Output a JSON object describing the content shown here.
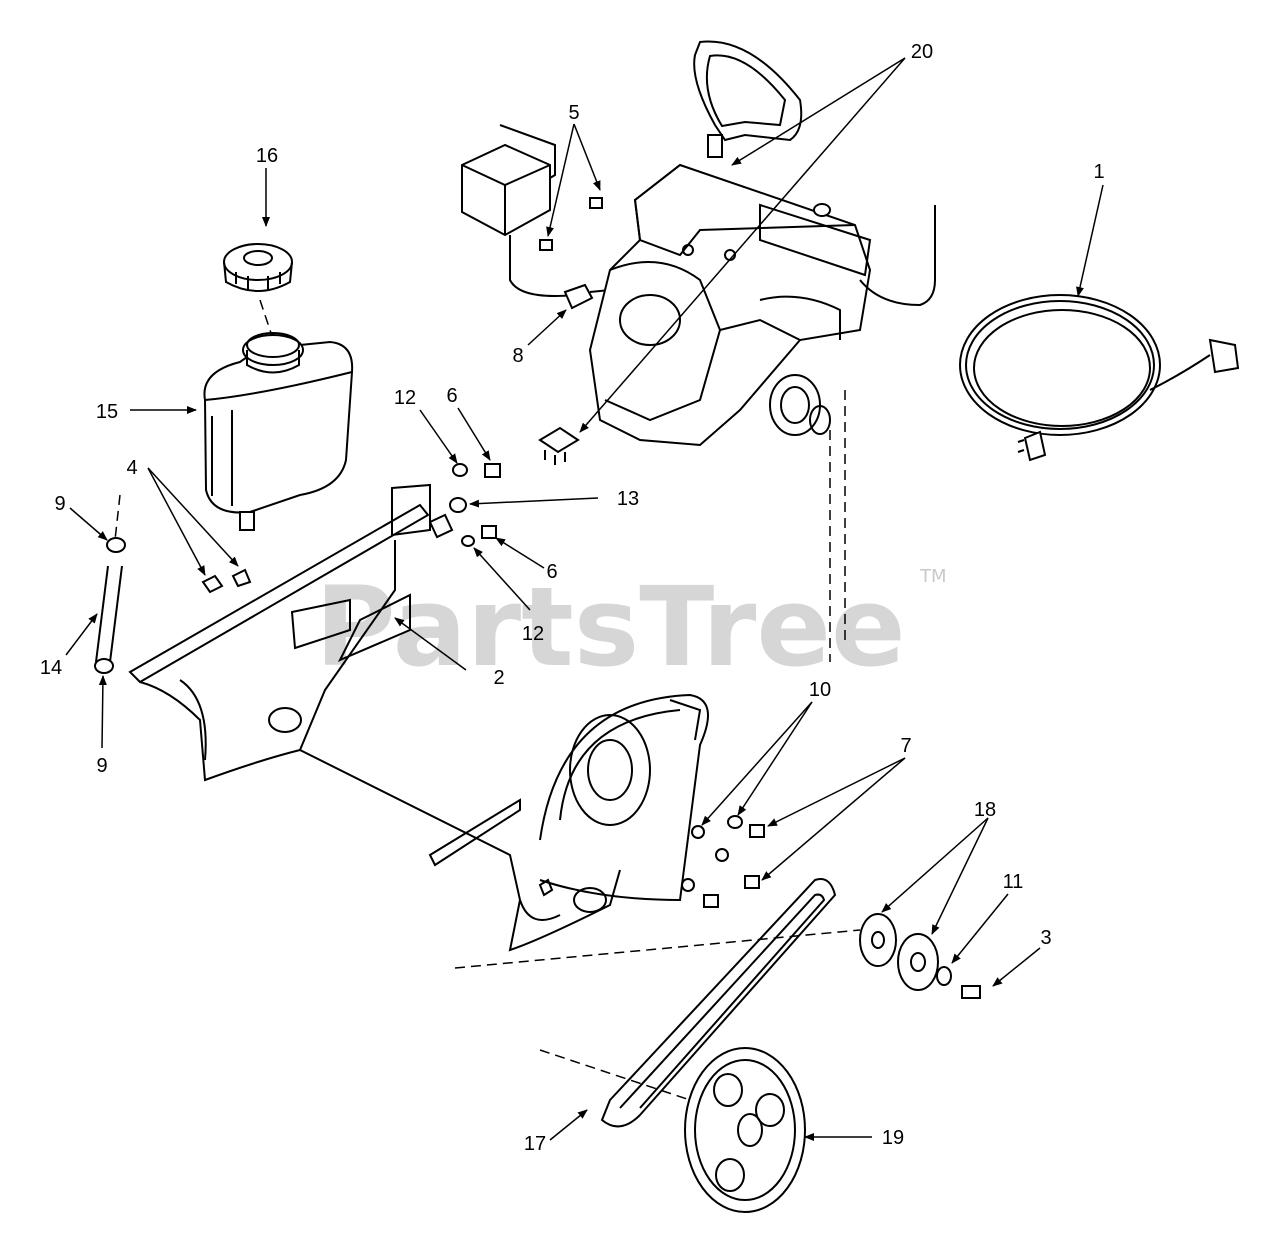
{
  "watermark": {
    "text": "PartsTree",
    "trademark": "TM"
  },
  "callouts": [
    {
      "id": "1",
      "label": "1"
    },
    {
      "id": "2",
      "label": "2"
    },
    {
      "id": "3",
      "label": "3"
    },
    {
      "id": "4",
      "label": "4"
    },
    {
      "id": "5",
      "label": "5"
    },
    {
      "id": "6a",
      "label": "6"
    },
    {
      "id": "6b",
      "label": "6"
    },
    {
      "id": "7",
      "label": "7"
    },
    {
      "id": "8",
      "label": "8"
    },
    {
      "id": "9a",
      "label": "9"
    },
    {
      "id": "9b",
      "label": "9"
    },
    {
      "id": "10",
      "label": "10"
    },
    {
      "id": "11",
      "label": "11"
    },
    {
      "id": "12a",
      "label": "12"
    },
    {
      "id": "12b",
      "label": "12"
    },
    {
      "id": "13",
      "label": "13"
    },
    {
      "id": "14",
      "label": "14"
    },
    {
      "id": "15",
      "label": "15"
    },
    {
      "id": "16",
      "label": "16"
    },
    {
      "id": "17",
      "label": "17"
    },
    {
      "id": "18",
      "label": "18"
    },
    {
      "id": "19",
      "label": "19"
    },
    {
      "id": "20",
      "label": "20"
    }
  ]
}
